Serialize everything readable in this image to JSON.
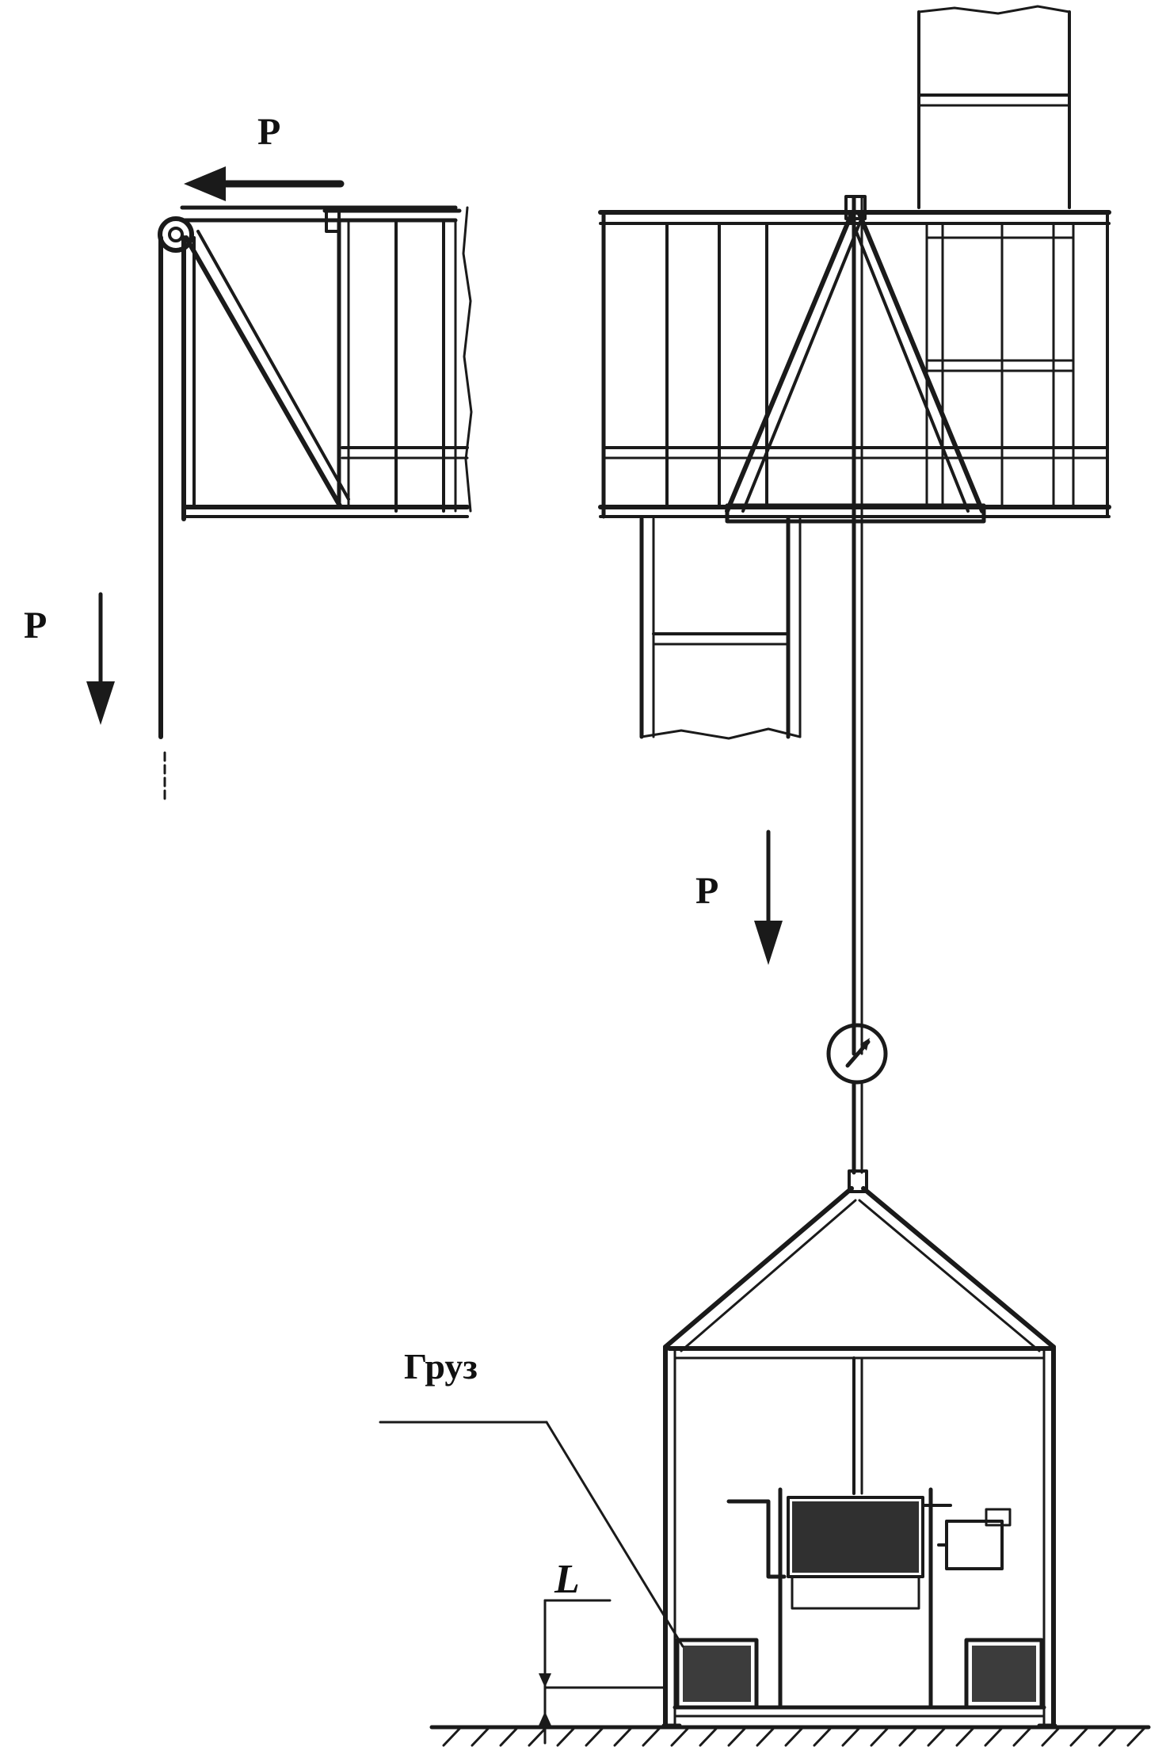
{
  "labels": {
    "force_top": "P",
    "force_left": "P",
    "force_rope": "P",
    "load": "Груз",
    "gap": "L"
  },
  "colors": {
    "ink": "#1a1a1a",
    "background": "#ffffff"
  }
}
